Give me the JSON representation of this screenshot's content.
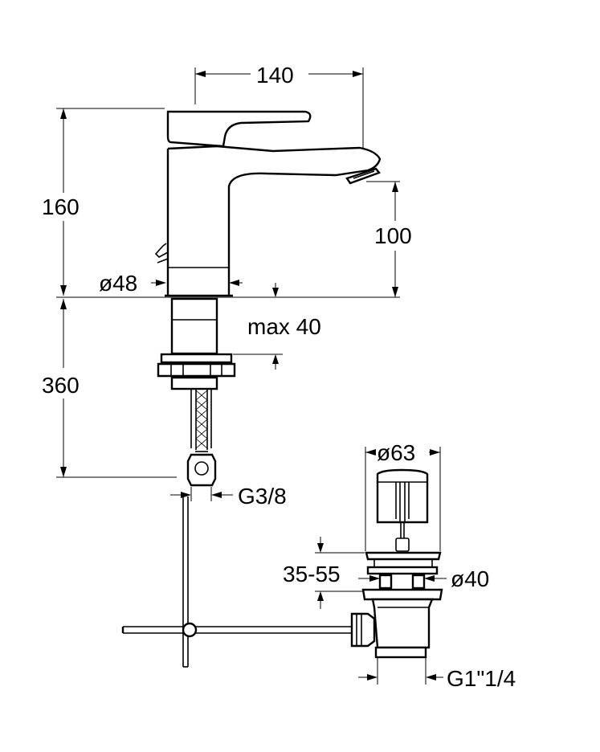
{
  "dimensions": {
    "spout_reach": "140",
    "tap_height": "160",
    "spout_height": "100",
    "base_diameter": "ø48",
    "max_deck_thickness": "max 40",
    "hose_length": "360",
    "hose_thread": "G3/8",
    "waste_top_diameter": "ø63",
    "waste_clamp_range": "35-55",
    "waste_hole_diameter": "ø40",
    "waste_thread": "G1\"1/4"
  }
}
